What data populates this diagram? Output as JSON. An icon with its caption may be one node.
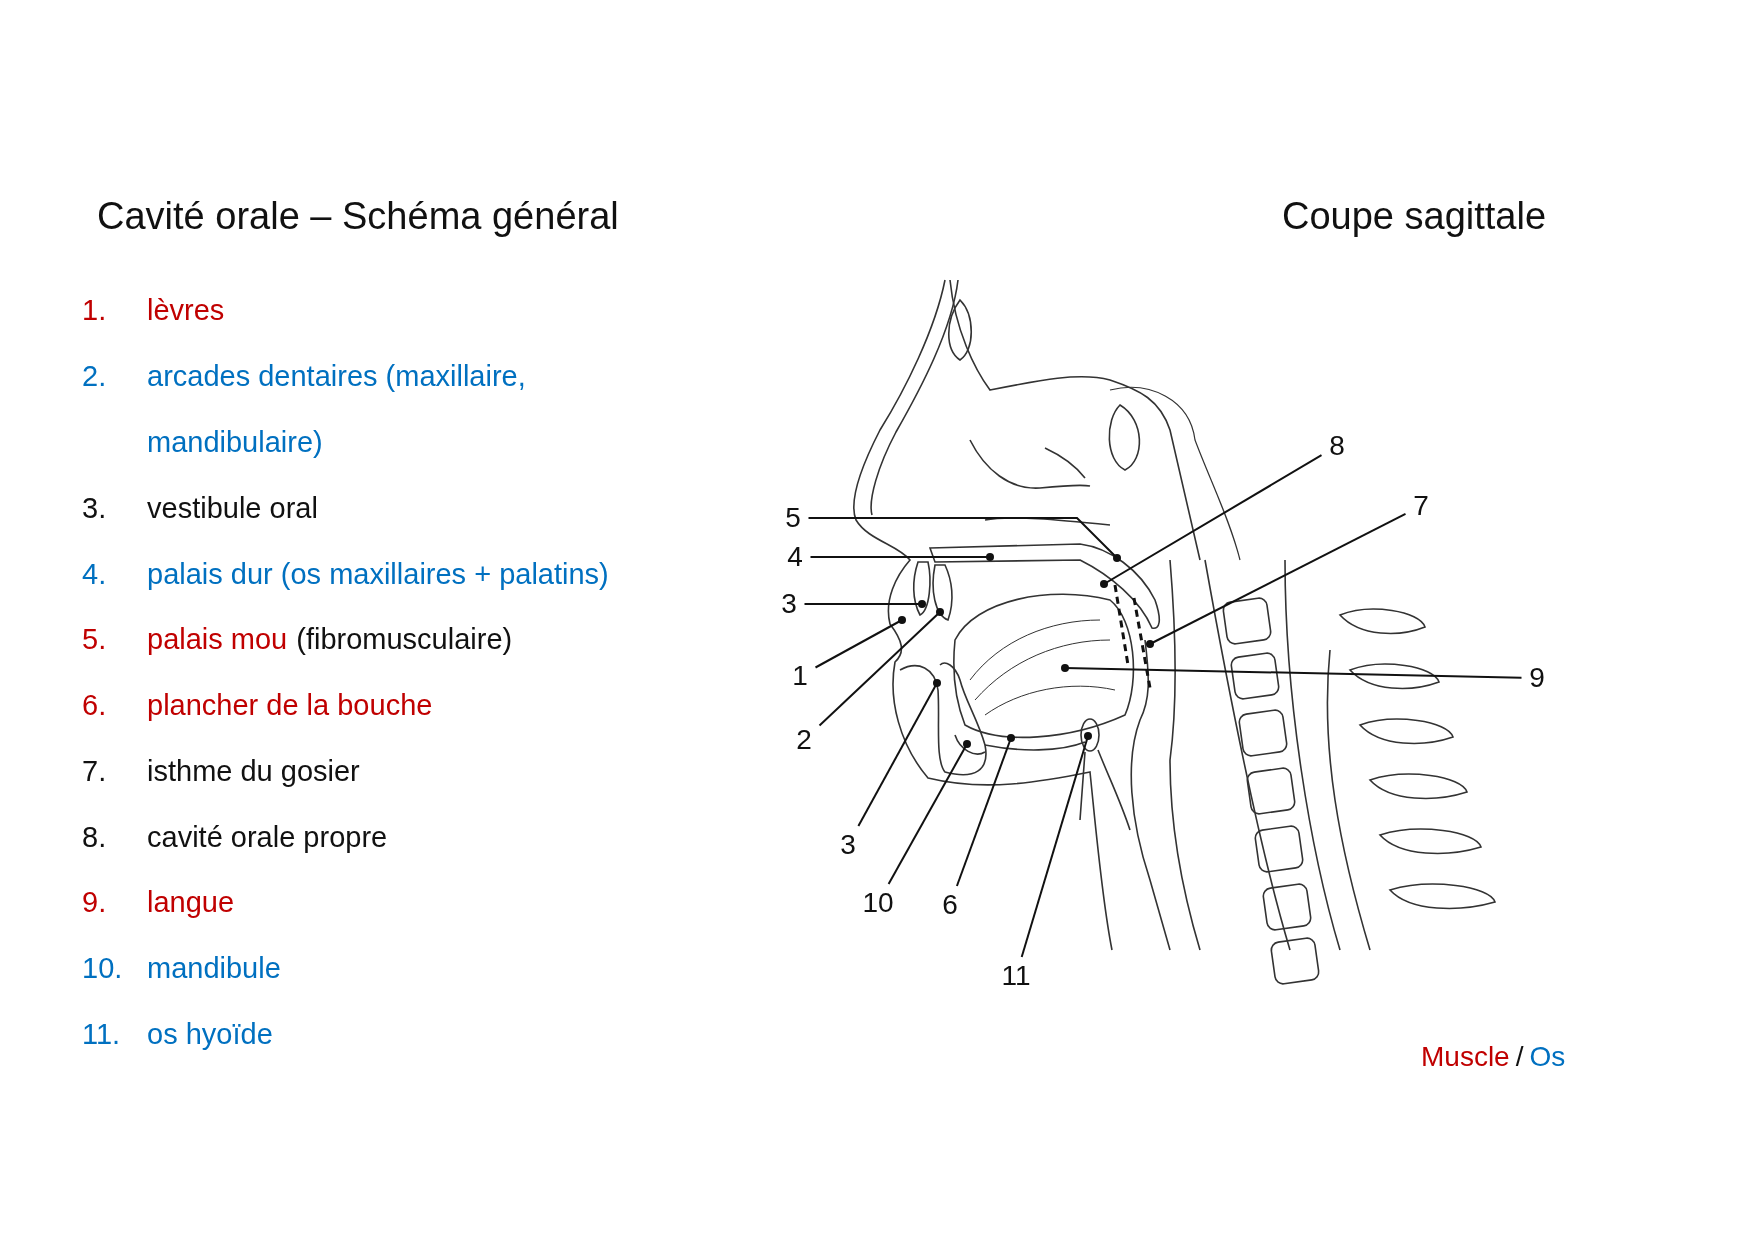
{
  "diagram": {
    "title": "Cavité orale – Schéma général",
    "nodes": [
      {
        "text": [
          "8"
        ]
      },
      {
        "text": [
          "7"
        ]
      },
      {
        "text": [
          "5"
        ]
      },
      {
        "text": [
          "4"
        ]
      },
      {
        "text": [
          "3"
        ]
      },
      {
        "text": [
          "1"
        ]
      },
      {
        "text": [
          "9"
        ]
      },
      {
        "text": [
          "2"
        ]
      },
      {
        "text": [
          "3"
        ]
      },
      {
        "text": [
          "10"
        ]
      },
      {
        "text": [
          "6"
        ]
      },
      {
        "text": [
          "11"
        ]
      }
    ],
    "edges": [
      {
        "from": 0,
        "to": null,
        "arrow": "other"
      },
      {
        "from": 1,
        "to": null,
        "arrow": "other"
      },
      {
        "from": 2,
        "to": null,
        "arrow": "other"
      },
      {
        "from": 3,
        "to": null,
        "arrow": "other"
      },
      {
        "from": 4,
        "to": null,
        "arrow": "other"
      },
      {
        "from": 5,
        "to": null,
        "arrow": "other"
      },
      {
        "from": 6,
        "to": null,
        "arrow": "other"
      },
      {
        "from": 7,
        "to": null,
        "arrow": "other"
      },
      {
        "from": 8,
        "to": null,
        "arrow": "other"
      },
      {
        "from": 9,
        "to": null,
        "arrow": "other"
      },
      {
        "from": 10,
        "to": null,
        "arrow": "other"
      },
      {
        "from": 11,
        "to": null,
        "arrow": "other"
      }
    ],
    "labels": [
      "Coupe sagittale",
      "1.",
      "lèvres",
      "2.",
      "arcades dentaires (maxillaire, mandibulaire)",
      "3.",
      "vestibule oral",
      "4.",
      "palais dur (os maxillaires + palatins)",
      "5.",
      "palais mou",
      "(fibromusculaire)",
      "6.",
      "plancher de la bouche",
      "7.",
      "isthme du gosier",
      "8.",
      "cavité orale propre",
      "9.",
      "langue",
      "10.",
      "mandibule",
      "11.",
      "os hyoïde",
      "/"
    ],
    "legend": [
      {
        "text": "Muscle",
        "color": "#c00000"
      },
      {
        "text": "Os",
        "color": "#0070c0"
      }
    ]
  }
}
